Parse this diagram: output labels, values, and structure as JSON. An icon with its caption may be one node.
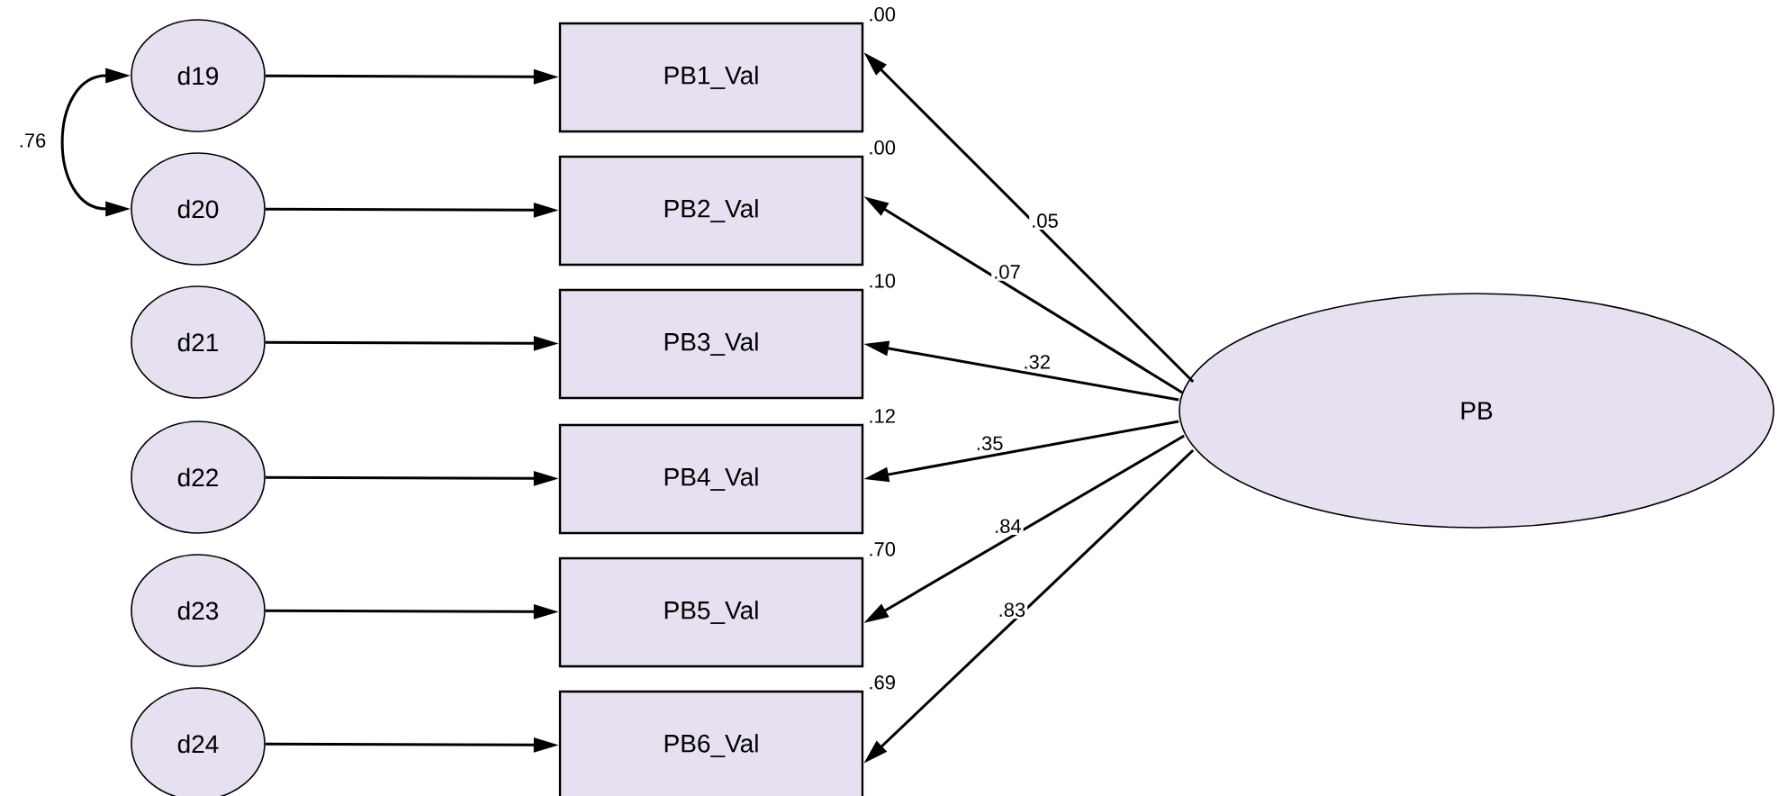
{
  "diagram": {
    "nodes": [
      {
        "text": [
          "d19"
        ]
      },
      {
        "text": [
          "d20"
        ]
      },
      {
        "text": [
          "d21"
        ]
      },
      {
        "text": [
          "d22"
        ]
      },
      {
        "text": [
          "d23"
        ]
      },
      {
        "text": [
          "d24"
        ]
      },
      {
        "text": [
          "PB1_Val"
        ],
        "beside": [
          ".00"
        ]
      },
      {
        "text": [
          "PB2_Val"
        ],
        "beside": [
          ".00"
        ]
      },
      {
        "text": [
          "PB3_Val"
        ],
        "beside": [
          ".10"
        ]
      },
      {
        "text": [
          "PB4_Val"
        ],
        "beside": [
          ".12"
        ]
      },
      {
        "text": [
          "PB5_Val"
        ],
        "beside": [
          ".70"
        ]
      },
      {
        "text": [
          "PB6_Val"
        ],
        "beside": [
          ".69"
        ]
      },
      {
        "text": [
          "PB"
        ]
      }
    ],
    "edges": [
      {
        "from": 0,
        "to": 6,
        "arrow": "to"
      },
      {
        "from": 1,
        "to": 7,
        "arrow": "to"
      },
      {
        "from": 2,
        "to": 8,
        "arrow": "to"
      },
      {
        "from": 3,
        "to": 9,
        "arrow": "to"
      },
      {
        "from": 4,
        "to": 10,
        "arrow": "to"
      },
      {
        "from": 5,
        "to": 11,
        "arrow": "to"
      },
      {
        "from": 0,
        "to": 1,
        "arrow": "both",
        "label": ".76"
      },
      {
        "from": 12,
        "to": 6,
        "arrow": "to",
        "label": ".05"
      },
      {
        "from": 12,
        "to": 7,
        "arrow": "to",
        "label": ".07"
      },
      {
        "from": 12,
        "to": 8,
        "arrow": "to",
        "label": ".32"
      },
      {
        "from": 12,
        "to": 9,
        "arrow": "to",
        "label": ".35"
      },
      {
        "from": 12,
        "to": 10,
        "arrow": "to",
        "label": ".84"
      },
      {
        "from": 12,
        "to": 11,
        "arrow": "to",
        "label": ".83"
      }
    ]
  }
}
